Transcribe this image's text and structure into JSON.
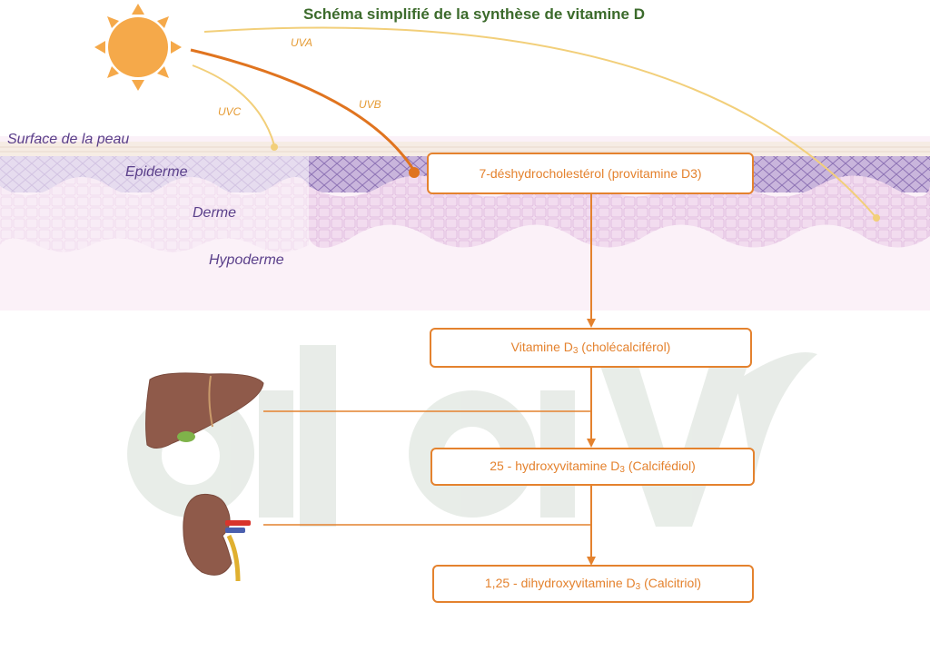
{
  "title": "Schéma simplifié de la synthèse de vitamine D",
  "skin_layers": {
    "surface": "Surface de la peau",
    "epidermis": "Epiderme",
    "dermis": "Derme",
    "hypodermis": "Hypoderme"
  },
  "rays": {
    "uva": "UVA",
    "uvb": "UVB",
    "uvc": "UVC"
  },
  "steps": [
    {
      "before": "7-déshydrocholestérol (provitamine D3)",
      "sub": "",
      "after": ""
    },
    {
      "before": "Vitamine D",
      "sub": "3",
      "after": " (cholécalciférol)"
    },
    {
      "before": "25 - hydroxyvitamine D",
      "sub": "3",
      "after": " (Calcifédiol)"
    },
    {
      "before": "1,25 - dihydroxyvitamine D",
      "sub": "3",
      "after": " (Calcitriol)"
    }
  ],
  "organs": {
    "liver": "liver-icon",
    "kidney": "kidney-icon"
  },
  "watermark": "atav",
  "colors": {
    "accent": "#e4822e",
    "title": "#3c6b2c",
    "layer_text": "#5a3f8a",
    "sun": "#f5a94a",
    "uva_ray": "#f2cf7a",
    "uvb_ray": "#e0741f"
  }
}
